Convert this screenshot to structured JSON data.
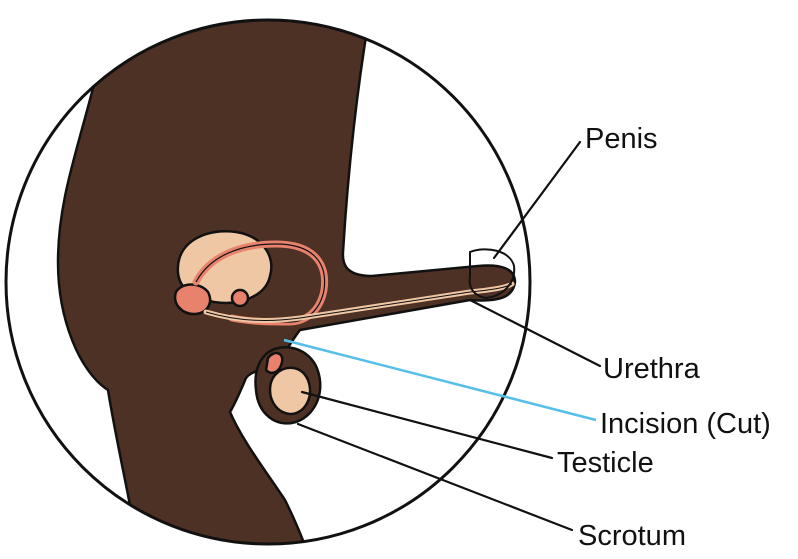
{
  "labels": {
    "penis": "Penis",
    "urethra": "Urethra",
    "incision": "Incision (Cut)",
    "testicle": "Testicle",
    "scrotum": "Scrotum"
  },
  "colors": {
    "skin": "#4e3125",
    "organ_tissue": "#f0c7a4",
    "duct": "#e8826c",
    "incision_line": "#55bfe8",
    "outline": "#111111",
    "background": "#ffffff"
  }
}
